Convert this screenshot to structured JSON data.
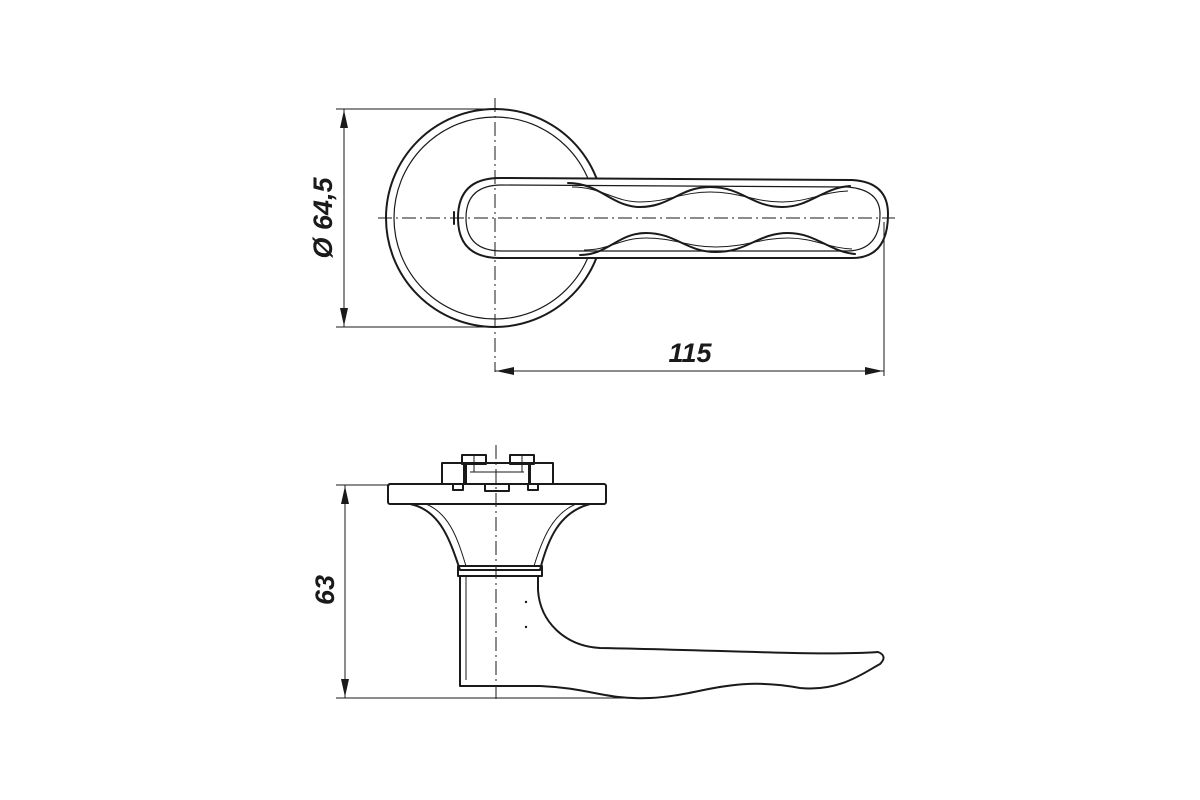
{
  "dimensions": {
    "diameter_label": "Ø 64,5",
    "length_label": "115",
    "height_label": "63"
  }
}
